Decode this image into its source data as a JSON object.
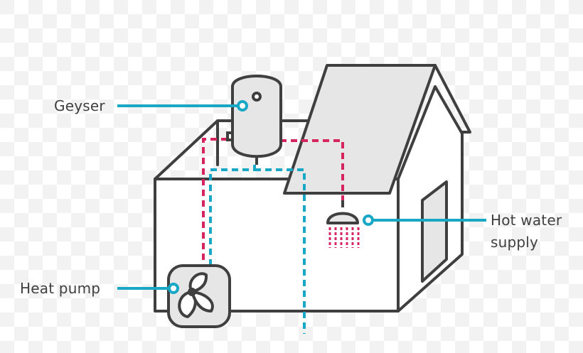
{
  "labels": {
    "geyser": "Geyser",
    "heat_pump": "Heat pump",
    "hot_water_line1": "Hot water",
    "hot_water_line2": "supply"
  },
  "colors": {
    "outline": "#3f3f3f",
    "roof_fill": "#e6e6e6",
    "wall_fill": "#ffffff",
    "hot_pipe": "#d6245f",
    "cold_pipe": "#18a7c5",
    "pointer": "#18a7c5",
    "checker": "#f2f2f2"
  },
  "icons": {
    "geyser": "water-heater-icon",
    "heat_pump": "fan-icon",
    "shower": "shower-head-icon"
  }
}
